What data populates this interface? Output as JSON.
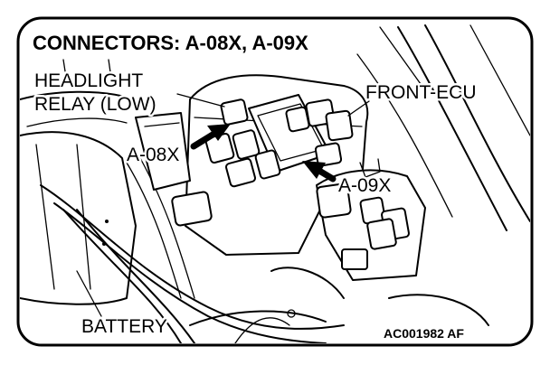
{
  "diagram": {
    "title": "CONNECTORS: A-08X, A-09X",
    "labels": {
      "headlight_relay_line1": "HEADLIGHT",
      "headlight_relay_line2": "RELAY (LOW)",
      "front_ecu": "FRONT-ECU",
      "connector_a08x": "A-08X",
      "connector_a09x": "A-09X",
      "battery": "BATTERY"
    },
    "figure_code": "AC001982 AF"
  }
}
